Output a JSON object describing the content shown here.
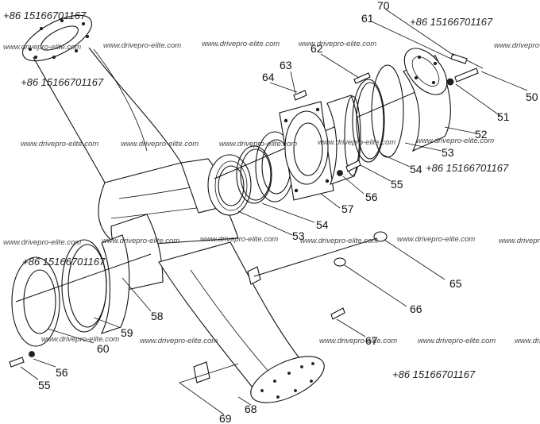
{
  "watermarks": {
    "phone_1": "+86 15166701167",
    "phone_2": "+86 15166701167",
    "phone_3": "+86 15166701167",
    "phone_4": "+86 15166701167",
    "phone_5": "+86 15166701167",
    "phone_6": "+86 15166701167",
    "site_1": "www.drivepro-elite.com",
    "site_2": "www.drivepro-elite.com",
    "site_3": "www.drivepro-elite.com",
    "site_4": "www.drivepro-elite.com",
    "site_5": "www.drivepro-elite.com",
    "site_6": "www.drivepro-elite.com",
    "site_7": "www.drivepro-elite.com",
    "site_8": "www.drivepro-elite.com",
    "site_9": "www.drivepro-elite.com",
    "site_10": "www.drivepro-elite.com",
    "site_11": "www.drivepro-elite.com",
    "site_12": "www.drivepro-elite.com",
    "site_13": "www.drivepro-elite.com",
    "site_14": "www.drivepro-elite.com",
    "site_15": "www.drivepro-elite.com",
    "site_16": "www.drivepro-elite.com",
    "site_17": "www.drivepro-elite.com",
    "site_18": "www.drivepro-elite.com",
    "site_19": "www.drivepro-elite.com",
    "site_20": "www.drivepro-elite.com",
    "site_21": "www.drivepro-elite.com"
  },
  "labels": {
    "l70": "70",
    "l61": "61",
    "l62": "62",
    "l63": "63",
    "l64": "64",
    "l50": "50",
    "l51": "51",
    "l52": "52",
    "l53a": "53",
    "l54a": "54",
    "l55a": "55",
    "l56a": "56",
    "l57": "57",
    "l54b": "54",
    "l53b": "53",
    "l65": "65",
    "l66": "66",
    "l67": "67",
    "l58": "58",
    "l59": "59",
    "l60": "60",
    "l56b": "56",
    "l55b": "55",
    "l68": "68",
    "l69": "69"
  }
}
